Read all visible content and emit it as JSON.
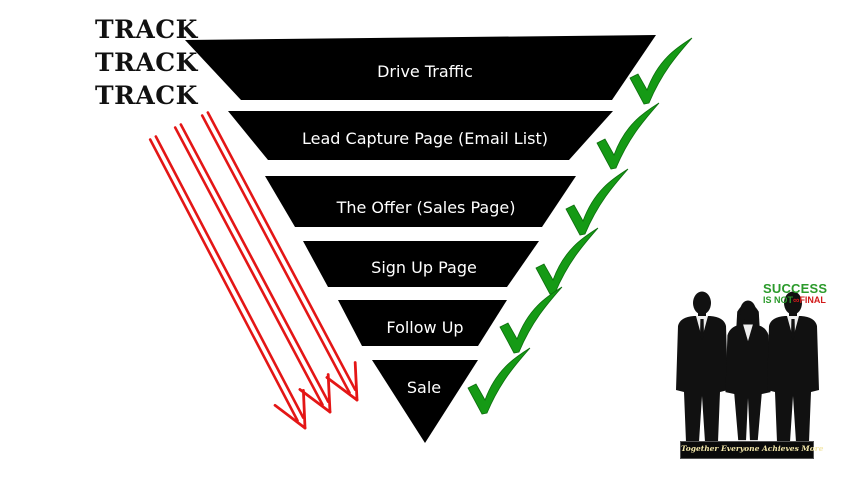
{
  "track_words": [
    "TRACK",
    "TRACK",
    "TRACK"
  ],
  "funnel": {
    "stages": [
      {
        "label": "Drive Traffic"
      },
      {
        "label": "Lead Capture Page  (Email List)"
      },
      {
        "label": "The Offer (Sales Page)"
      },
      {
        "label": "Sign Up Page"
      },
      {
        "label": "Follow Up"
      },
      {
        "label": "Sale"
      }
    ]
  },
  "logo": {
    "line1": "SUCCESS",
    "line2_a": "IS NOT",
    "line2_infinity": "∞",
    "line2_b": "FINAL",
    "banner": "Together Everyone Achieves More"
  },
  "colors": {
    "funnel_fill": "#000000",
    "stage_text": "#ffffff",
    "check_green": "#159a15",
    "arrow_red": "#e41616",
    "logo_green": "#2b9a2b",
    "logo_red": "#d21a1a"
  }
}
